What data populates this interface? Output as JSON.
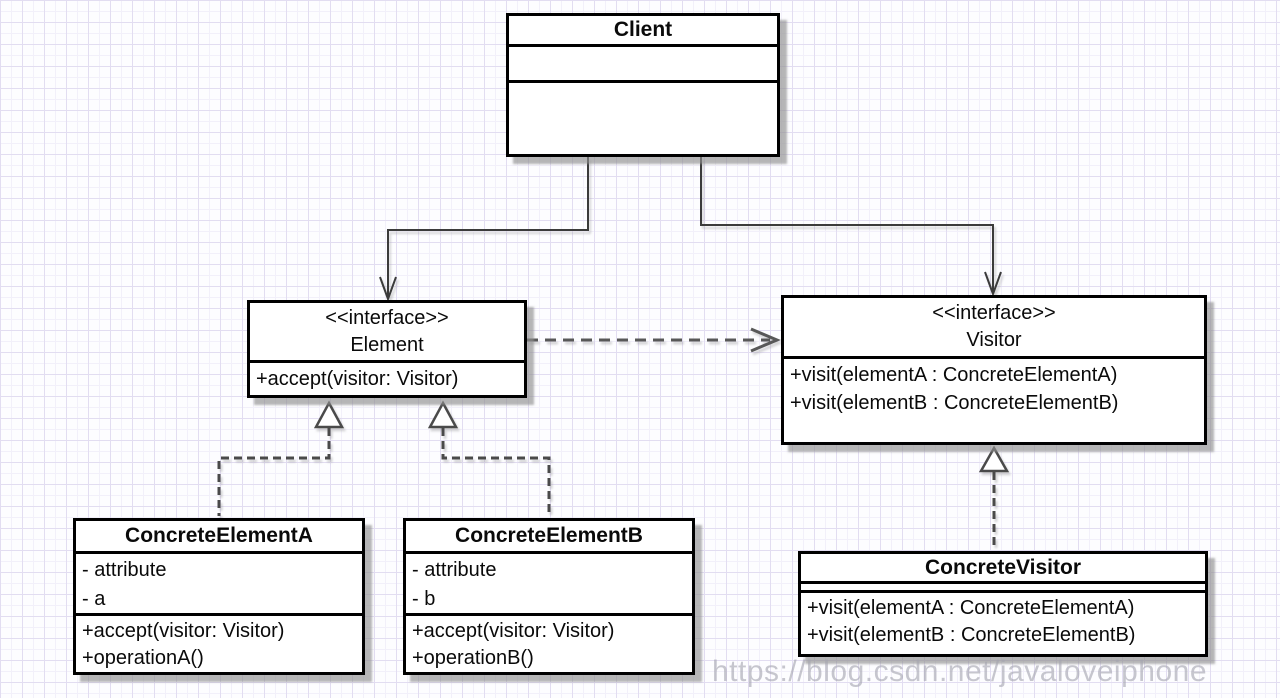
{
  "diagram": {
    "kind": "uml-class-diagram",
    "pattern": "Visitor",
    "classes": {
      "client": {
        "name": "Client"
      },
      "element": {
        "stereotype": "<<interface>>",
        "name": "Element",
        "methods": [
          "+accept(visitor: Visitor)"
        ]
      },
      "visitor": {
        "stereotype": "<<interface>>",
        "name": "Visitor",
        "methods": [
          "+visit(elementA : ConcreteElementA)",
          "+visit(elementB : ConcreteElementB)"
        ]
      },
      "concrete_element_a": {
        "name": "ConcreteElementA",
        "attributes": [
          "- attribute",
          "- a"
        ],
        "methods": [
          "+accept(visitor: Visitor)",
          "+operationA()"
        ]
      },
      "concrete_element_b": {
        "name": "ConcreteElementB",
        "attributes": [
          "- attribute",
          "- b"
        ],
        "methods": [
          "+accept(visitor: Visitor)",
          "+operationB()"
        ]
      },
      "concrete_visitor": {
        "name": "ConcreteVisitor",
        "methods": [
          "+visit(elementA : ConcreteElementA)",
          "+visit(elementB : ConcreteElementB)"
        ]
      }
    },
    "edges": [
      {
        "from": "Client",
        "to": "Element",
        "type": "association-arrow"
      },
      {
        "from": "Client",
        "to": "Visitor",
        "type": "association-arrow"
      },
      {
        "from": "Element",
        "to": "Visitor",
        "type": "dashed-dependency-arrow"
      },
      {
        "from": "ConcreteElementA",
        "to": "Element",
        "type": "realization"
      },
      {
        "from": "ConcreteElementB",
        "to": "Element",
        "type": "realization"
      },
      {
        "from": "ConcreteVisitor",
        "to": "Visitor",
        "type": "realization"
      }
    ],
    "watermark": "https://blog.csdn.net/javaloveiphone"
  }
}
